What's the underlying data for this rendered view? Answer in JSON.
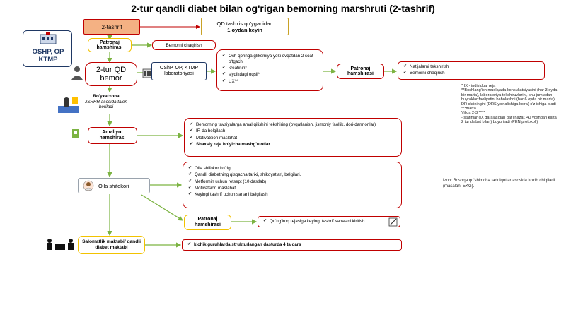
{
  "title": "2-tur qandli diabet bilan og'rigan bemorning marshruti (2-tashrif)",
  "logo": {
    "text": "OSHP, OP KTMP"
  },
  "visit_box": "2-tashrif",
  "diagnosis_box": {
    "line1": "QD tashxis qo'yganidan",
    "line2": "1 oydan keyin"
  },
  "patronage_nurse_1": "Patronaj hamshirasi",
  "patient_invite": "Bemorni chaqirish",
  "patient_box": {
    "line1": "2-tur QD",
    "line2": "bemor"
  },
  "lab_box": "OShP, OP, KTMP laboratoriyasi",
  "lab_tests": [
    "Och qoringa glikemiya yoki ovqatdan 2 soat o'tgach",
    "kreatinin*",
    "siydikdagi oqsil*",
    "UX**"
  ],
  "patronage_nurse_2": "Patronaj hamshirasi",
  "result_items": [
    "Natijalarni tekshirish",
    "Bemorni chaqirish"
  ],
  "notes": [
    "* IX - individual reja",
    "**Boshlang'ich muolajada konsultatsiyasini (har 3 oyda bir marta), laboratoriya tekshiruvlarini, shu jumladan buyraklar faoliyatini baholashni (har 6 oyda bir marta), DR skriningini (DRS yo'nalishiga ko'ra) o'z ichiga oladi",
    "***marta",
    "Yiliga 2-3 ****",
    "- statinlar (IX darajasidan qat'i nazar, 40 yoshdan katta 2 tur diabet bilan) buyuriladi (PEN protokoli)"
  ],
  "reception": {
    "line1": "Ro'yxatxona",
    "line2": "JSHRR asosida talon beriladi"
  },
  "nurse_box": "Amaliyot hamshirasi",
  "nurse_items": [
    "Bemorning tavsiyalarga amal qilishini tekshiring (ovqatlanish, jismoniy faollik, dori-darmonlar)",
    "IR-da belgilash",
    "Motivatsion maslahat",
    "Shaxsiy reja bo'yicha mashg'ulotlar"
  ],
  "doctor_box": "Oila shifokori",
  "doctor_items": [
    "Oila shifokor ko'rigi",
    "Qandli diabetning qisqacha tarixi, shikoyatlari, belgilari.",
    "Metformin uchun retsept (10 dastlab)",
    "Motivatsion maslahat",
    "Keyingi tashrif uchun sanani belgilash"
  ],
  "side_note": "Izoh: Boshqa qo'shimcha tadqiqotlar asosida ko'rib chiqiladi (masalan, EKG).",
  "patronage_nurse_3": "Patronaj hamshirasi",
  "patronage_items": [
    "Qo'ng'iroq rejasiga keyingi tashrif sanasini kiritish"
  ],
  "school_box": "Salomatlik maktabi/ qandli diabet maktabi",
  "school_items": [
    "kichik guruhlarda strukturlangan dasturda 4 ta dars"
  ],
  "colors": {
    "red": "#c00000",
    "green": "#7cb342",
    "yellow": "#f2c200",
    "visit_fill": "#f4b183",
    "navy": "#1f3864"
  },
  "icons": [
    "building-icon",
    "lab-equipment-icon",
    "reception-desk-icon",
    "nurse-icon",
    "doctor-avatar-icon",
    "school-group-icon",
    "phone-note-icon"
  ]
}
